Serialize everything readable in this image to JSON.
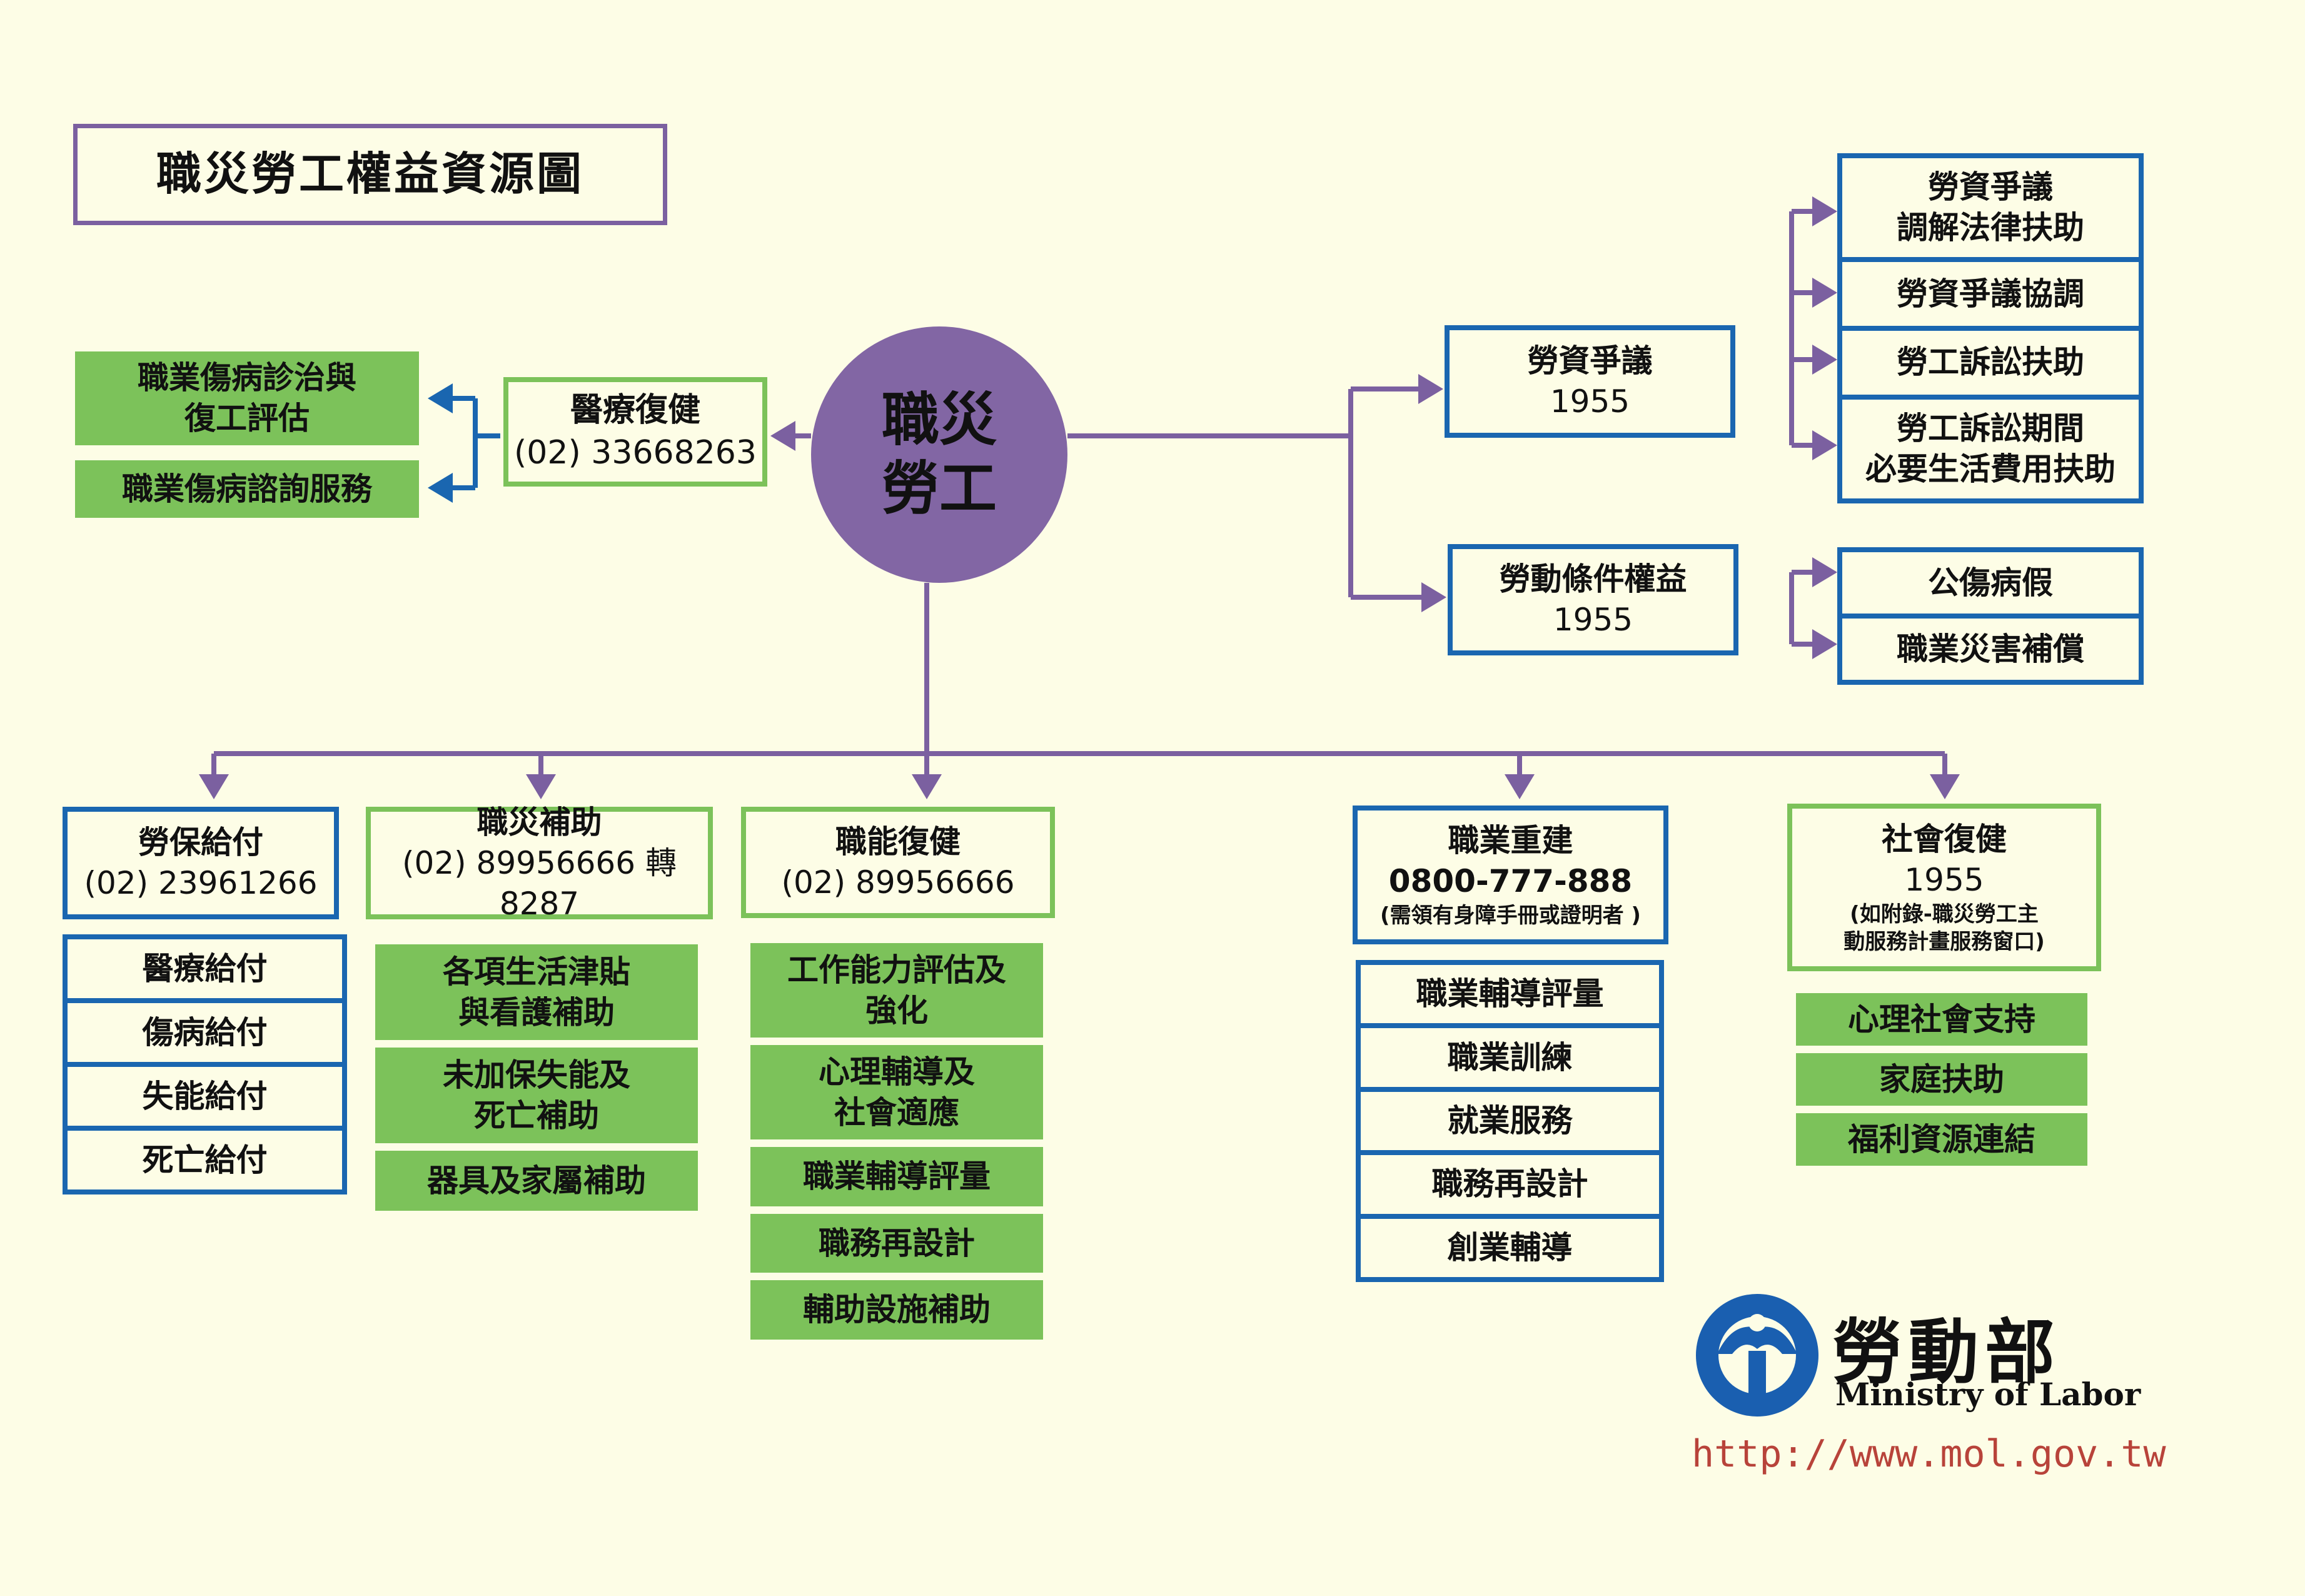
{
  "title": "職災勞工權益資源圖",
  "center": {
    "line1": "職災",
    "line2": "勞工"
  },
  "medical": {
    "name": "醫療復健",
    "phone": "(02) 33668263",
    "items": [
      "職業傷病診治與",
      "復工評估",
      "職業傷病諮詢服務"
    ]
  },
  "labor_dispute": {
    "name": "勞資爭議",
    "phone": "1955",
    "items": [
      "勞資爭議",
      "調解法律扶助",
      "勞資爭議協調",
      "勞工訴訟扶助",
      "勞工訴訟期間",
      "必要生活費用扶助"
    ]
  },
  "labor_conditions": {
    "name": "勞動條件權益",
    "phone": "1955",
    "items": [
      "公傷病假",
      "職業災害補償"
    ]
  },
  "insurance": {
    "name": "勞保給付",
    "phone": "(02) 23961266",
    "items": [
      "醫療給付",
      "傷病給付",
      "失能給付",
      "死亡給付"
    ]
  },
  "subsidy": {
    "name": "職災補助",
    "phone": "(02) 89956666 轉 8287",
    "items": [
      "各項生活津貼",
      "與看護補助",
      "未加保失能及",
      "死亡補助",
      "器具及家屬補助"
    ]
  },
  "rehab": {
    "name": "職能復健",
    "phone": "(02) 89956666",
    "items": [
      "工作能力評估及",
      "強化",
      "心理輔導及",
      "社會適應",
      "職業輔導評量",
      "職務再設計",
      "輔助設施補助"
    ]
  },
  "vocational": {
    "name": "職業重建",
    "phone": "0800-777-888",
    "note": "(需領有身障手冊或證明者 )",
    "items": [
      "職業輔導評量",
      "職業訓練",
      "就業服務",
      "職務再設計",
      "創業輔導"
    ]
  },
  "social": {
    "name": "社會復健",
    "phone": "1955",
    "note1": "(如附錄-職災勞工主",
    "note2": "動服務計畫服務窗口)",
    "items": [
      "心理社會支持",
      "家庭扶助",
      "福利資源連結"
    ]
  },
  "logo": {
    "name_zh": "勞動部",
    "name_en": "Ministry of Labor",
    "url": "http://www.mol.gov.tw",
    "colors": {
      "blue": "#1a5fb0",
      "url": "#b8433a"
    }
  },
  "colors": {
    "purple": "#7b60a0",
    "blue": "#1a66b0",
    "green": "#7cc25a",
    "background": "#fdfde6"
  }
}
